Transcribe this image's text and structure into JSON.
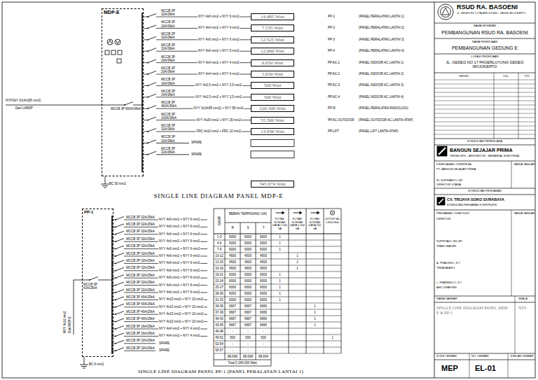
{
  "diagram": {
    "title": "SINGLE LINE DIAGRAM PANEL MDP-E",
    "caption": "SINGLE LINE DIAGRAM PANEL PP-1 (PANEL PERALATAN LANTAI 1)",
    "nodes": [
      {
        "text": [
          "MDP-E"
        ]
      },
      {
        "text": [
          "14.485 Watt"
        ]
      },
      {
        "text": [
          "7.535 Watt"
        ]
      },
      {
        "text": [
          "12.525 Watt"
        ]
      },
      {
        "text": [
          "12.660 Watt"
        ]
      },
      {
        "text": [
          "6.650 Watt"
        ]
      },
      {
        "text": [
          "5.650 Watt"
        ]
      },
      {
        "text": [
          "500 Watt"
        ]
      },
      {
        "text": [
          "500 Watt"
        ]
      },
      {
        "text": [
          "226.500 Watt"
        ]
      },
      {
        "text": [
          "55.500 Watt"
        ]
      },
      {
        "text": [
          "13.936 Watt"
        ]
      },
      {
        "text": [
          "345.974 Watt"
        ]
      },
      {
        "text": [
          "PP-1"
        ]
      }
    ],
    "edges": [
      {
        "from": 0,
        "to": 1,
        "arrow": "none",
        "label": "NYY 4x6 mm2 + NYY 6 mm2"
      },
      {
        "from": 0,
        "to": 2,
        "arrow": "none",
        "label": "NYY 4x4 mm2 + NYY 4 mm2"
      },
      {
        "from": 0,
        "to": 3,
        "arrow": "none",
        "label": "NYY 4x6 mm2 + NYY 6 mm2"
      },
      {
        "from": 0,
        "to": 4,
        "arrow": "none",
        "label": "NYY 4x6 mm2 + NYY 6 mm2"
      },
      {
        "from": 0,
        "to": 5,
        "arrow": "none",
        "label": "NYY 4x4 mm2 + NYY 4 mm2"
      },
      {
        "from": 0,
        "to": 6,
        "arrow": "none",
        "label": "NYY 4x4 mm2 + NYY 4 mm2"
      },
      {
        "from": 0,
        "to": 7,
        "arrow": "none",
        "label": "NYY 4x2,5 mm2 + NYY 2,5 mm2"
      },
      {
        "from": 0,
        "to": 8,
        "arrow": "none",
        "label": "NYY 4x2,5 mm2 + NYY 2,5 mm2"
      },
      {
        "from": 0,
        "to": 9,
        "arrow": "none",
        "label": "NYY 2x(4x95 mm2) + NYY 95 mm2"
      },
      {
        "from": 0,
        "to": 10,
        "arrow": "none",
        "label": "NYY 4x25 mm2 + NYY 25 mm2"
      },
      {
        "from": 0,
        "to": 11,
        "arrow": "none",
        "label": "FRC 4x10 mm2 + FRC 10 mm2"
      }
    ],
    "labels": [
      "NYFGbY 2x(4x185 mm2)",
      "Dari LVMDP",
      "MCCB 3P 800A/36kA",
      "MCCB 3P 32A/36kA",
      "MCCB 3P 20A/36kA",
      "MCCB 3P 32A/36kA",
      "MCCB 3P 32A/36kA",
      "MCCB 3P 20A/36kA",
      "MCCB 3P 20A/36kA",
      "MCCB 3P 16A/36kA",
      "MCCB 3P 16A/36kA",
      "MCCB 3P 400A/36kA",
      "MCCB 3P 100A/36kA",
      "MCCB 3P 32A/36kA",
      "MCCB 3P 32A/36kA",
      "MCCB 3P 32A/36kA",
      "SPARE",
      "SPARE",
      "PP-1",
      "(PANEL PERALATAN LANTAI 1)",
      "PP-2",
      "(PANEL PERALATAN LANTAI 2)",
      "PP-3",
      "(PANEL PERALATAN LANTAI 3)",
      "PP-4",
      "(PANEL PERALATAN LANTAI 4)",
      "PP.AC-1",
      "(PANEL INDOOR AC LANTAI 1)",
      "PP.AC-2",
      "(PANEL INDOOR AC LANTAI 2)",
      "PP.AC-3",
      "(PANEL INDOOR AC LANTAI 3)",
      "PP.AC-4",
      "(PANEL INDOOR AC LANTAI 4)",
      "PP-R",
      "(PANEL PERALATAN RADIOLOGI)",
      "PP.AC-OUTDOOR",
      "(PANEL OUTDOOR AC LANTAI ATAP)",
      "PP.LIFT",
      "(PANEL LIFT LANTAI ATAP)",
      "BC 50 mm2",
      "NYY 4x16 mm2",
      "Dari MDP-E",
      "MCCB 3P 63A/25kA",
      "MCCB 3P 32A/25kA",
      "NYY 4x6 mm2 + NYY 6 mm2",
      "MCCB 3P 32A/25kA",
      "NYY 4x6 mm2 + NYY 6 mm2",
      "MCCB 3P 32A/25kA",
      "NYY 4x6 mm2 + NYY 6 mm2",
      "MCCB 3P 32A/25kA",
      "NYY 4x6 mm2 + NYY 6 mm2",
      "MCCB 3P 32A/25kA",
      "NYY 4x6 mm2 + NYY 6 mm2",
      "MCCB 3P 32A/25kA",
      "NYY 4x6 mm2 + NYY 6 mm2",
      "MCCB 3P 32A/25kA",
      "NYY 4x6 mm2 + NYY 6 mm2",
      "MCCB 3P 32A/25kA",
      "NYY 4x6 mm2 + NYY 6 mm2",
      "MCCB 3P 32A/25kA",
      "NYY 4x6 mm2 + NYY 6 mm2",
      "MCCB 3P 32A/25kA",
      "NYY 4x6 mm2 + NYY 6 mm2",
      "MCCB 3P 32A/25kA",
      "NYY 4x6 mm2 + NYY 6 mm2",
      "MCCB 3P 40A/25kA",
      "NYY 4x10 mm2 + NYY 10 mm2",
      "MCCB 3P 40A/25kA",
      "NYY 4x10 mm2 + NYY 10 mm2",
      "MCCB 3P 40A/25kA",
      "NYY 4x10 mm2 + NYY 10 mm2",
      "MCCB 3P 40A/25kA",
      "NYY 4x10 mm2 + NYY 10 mm2",
      "MCCB 3P 16A/25kA",
      "NYY 4x4 mm2 + NYY 4 mm2",
      "MCCB 3P 16A/25kA",
      "NYY 4x4 mm2 + NYY 4 mm2",
      "MCCB 3P 32A/25kA",
      "SPARE",
      "MCCB 3P 32A/25kA",
      "SPARE",
      "BC 6 mm2",
      "GRUP",
      "BEBAN TERPASANG (VA)",
      "R",
      "S",
      "T",
      "KOTAK KONTAK DAYA 1.500 VA",
      "KOTAK KONTAK DAYA 1.000 VA",
      "KOTAK KONTAK DAYA 200 VA",
      "OUTLET AC 1.800 Watt",
      "1-3",
      "6000",
      "6000",
      "6000",
      "1",
      "4-6",
      "6000",
      "6000",
      "6000",
      "1",
      "7-9",
      "6000",
      "6000",
      "6000",
      "1",
      "10-12",
      "4500",
      "4500",
      "4500",
      "1",
      "13-15",
      "4500",
      "4500",
      "4500",
      "1",
      "16-18",
      "4500",
      "4500",
      "4500",
      "1",
      "19-21",
      "6000",
      "6000",
      "6000",
      "1",
      "22-24",
      "6000",
      "6000",
      "6000",
      "1",
      "25-27",
      "6000",
      "6000",
      "6000",
      "1",
      "28-30",
      "6000",
      "6000",
      "6000",
      "1",
      "31-33",
      "6000",
      "6000",
      "6000",
      "1",
      "34-36",
      "6667",
      "6667",
      "6666",
      "1",
      "37-39",
      "6667",
      "6667",
      "6666",
      "1",
      "40-42",
      "6667",
      "6667",
      "6666",
      "1",
      "43-45",
      "6667",
      "6667",
      "6666",
      "1",
      "46-48",
      "-",
      "-",
      "-",
      "49-51",
      "500",
      "500",
      "500",
      "1",
      "52-54",
      "-",
      "-",
      "-",
      "55-57",
      "-",
      "-",
      "-",
      "88.668",
      "88.668",
      "88.664",
      "Total Σ 266.000 Watt",
      "RSUD RA. BASOENI",
      "JL. GEDEG NO 17 PAGERLUYUNG - GEDEG MOJOKERTO",
      "NAMA KEGIATAN",
      "PEMBANGUNAN RSUD RA. BASOENI",
      "NAMA PEKERJAAN",
      "PEMBANGUNAN GEDUNG E",
      "LOKASI PEKERJAAN",
      "JL. GEDEG NO 17 PAGERLUYUNG GEDEG MOJOKERTO",
      "REVISI",
      "TGL",
      "TTD",
      "KONSULTAN PERENCANA",
      "BANGUN SEJAJAR PRIMA",
      "TEKNIK SIPIL - ARSITEKTUR - MEKANIKAL ELEKTRIKAL",
      "DIKERJAKAN / DIPERIKSA",
      "TANDA TANGAN",
      "PT. BANGUN SEJAJAR PRIMA",
      "IR. SUPRIANTO, MT",
      "DIREKTUR UTAMA",
      "KONSULTAN PENGAWAS",
      "CV. TRIJAYA SOKO SURABAYA",
      "KONSULTAN PENGAWAS KONSTRUKSI",
      "PENGAWAS / DISETUJUI",
      "TANDA TANGAN",
      "DIREKTUR",
      "SUPRIYADI, SH, MT",
      "TEAM LEADER",
      "A. PRADISSO, S.T",
      "TENAGA AHLI",
      "L. FRANSISCO, S.T",
      "AHLI DRAFTER",
      "NAMA GAMBAR",
      "SKALA",
      "SINGLE LINE DIAGRAM PANEL MDP-E & PP-1",
      "NTS",
      "KODE LEMBAR",
      "NO. LEMBAR",
      "JUMLAH LEMBAR",
      "MEP",
      "EL-01"
    ]
  }
}
